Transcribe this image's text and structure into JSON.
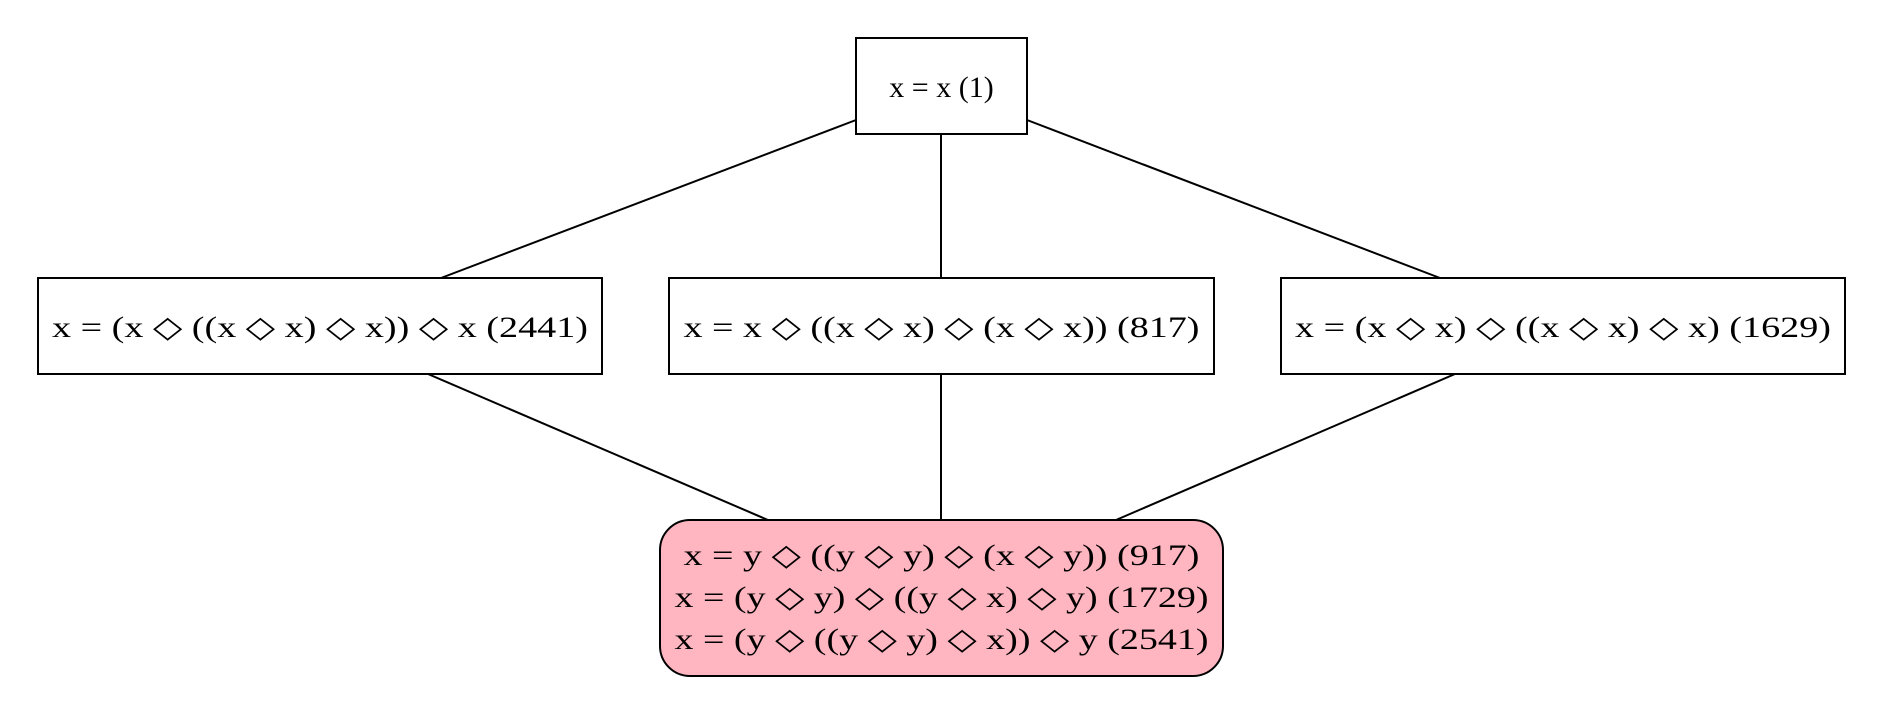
{
  "diagram": {
    "colors": {
      "line": "#000000",
      "plain_fill": "#ffffff",
      "highlight_fill": "#ffb6c1"
    },
    "nodes": [
      {
        "id": "top",
        "lines": [
          "x = x (1)"
        ],
        "highlight": false
      },
      {
        "id": "left",
        "lines": [
          "x = (x ◇ ((x ◇ x) ◇ x)) ◇ x (2441)"
        ],
        "highlight": false
      },
      {
        "id": "middle",
        "lines": [
          "x = x ◇ ((x ◇ x) ◇ (x ◇ x)) (817)"
        ],
        "highlight": false
      },
      {
        "id": "right",
        "lines": [
          "x = (x ◇ x) ◇ ((x ◇ x) ◇ x) (1629)"
        ],
        "highlight": false
      },
      {
        "id": "bottom",
        "lines": [
          "x = y ◇ ((y ◇ y) ◇ (x ◇ y)) (917)",
          "x = (y ◇ y) ◇ ((y ◇ x) ◇ y) (1729)",
          "x = (y ◇ ((y ◇ y) ◇ x)) ◇ y (2541)"
        ],
        "highlight": true
      }
    ],
    "edges": [
      {
        "from": "top",
        "to": "left"
      },
      {
        "from": "top",
        "to": "middle"
      },
      {
        "from": "top",
        "to": "right"
      },
      {
        "from": "left",
        "to": "bottom"
      },
      {
        "from": "middle",
        "to": "bottom"
      },
      {
        "from": "right",
        "to": "bottom"
      }
    ]
  }
}
